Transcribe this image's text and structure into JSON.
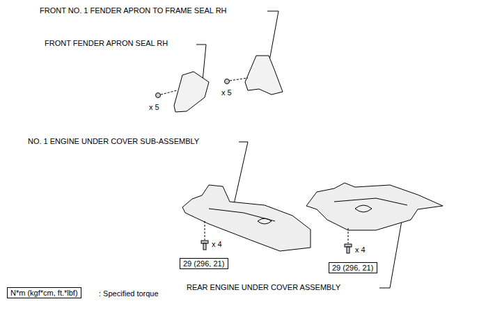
{
  "diagram": {
    "nodes": [
      {
        "text": [
          "29 (296, 21)"
        ]
      },
      {
        "text": [
          "29 (296, 21)"
        ]
      },
      {
        "text": [
          "N*m (kgf*cm, ft.*lbf)"
        ]
      }
    ],
    "labels": [
      "FRONT NO. 1 FENDER APRON TO FRAME SEAL RH",
      "FRONT FENDER APRON SEAL RH",
      "x 5",
      "x 5",
      "NO. 1 ENGINE UNDER COVER SUB-ASSEMBLY",
      "x 4",
      "x 4",
      "REAR ENGINE UNDER COVER ASSEMBLY",
      ": Specified torque"
    ]
  }
}
